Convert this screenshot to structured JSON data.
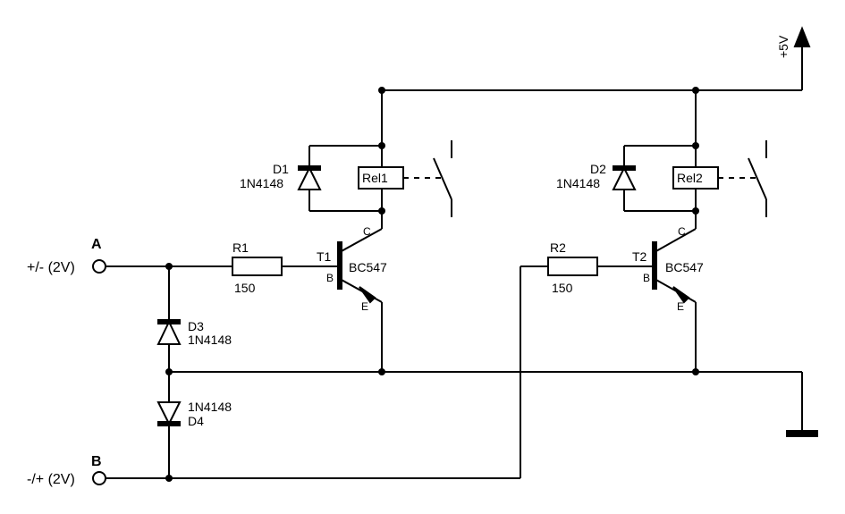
{
  "supply": {
    "label": "+5V"
  },
  "terminals": {
    "a": {
      "name": "A",
      "voltage": "+/- (2V)"
    },
    "b": {
      "name": "B",
      "voltage": "-/+ (2V)"
    }
  },
  "components": {
    "r1": {
      "ref": "R1",
      "value": "150"
    },
    "r2": {
      "ref": "R2",
      "value": "150"
    },
    "t1": {
      "ref": "T1",
      "part": "BC547",
      "base": "B",
      "collector": "C",
      "emitter": "E"
    },
    "t2": {
      "ref": "T2",
      "part": "BC547",
      "base": "B",
      "collector": "C",
      "emitter": "E"
    },
    "d1": {
      "ref": "D1",
      "part": "1N4148"
    },
    "d2": {
      "ref": "D2",
      "part": "1N4148"
    },
    "d3": {
      "ref": "D3",
      "part": "1N4148"
    },
    "d4": {
      "ref": "D4",
      "part": "1N4148"
    },
    "rel1": {
      "ref": "Rel1"
    },
    "rel2": {
      "ref": "Rel2"
    }
  }
}
